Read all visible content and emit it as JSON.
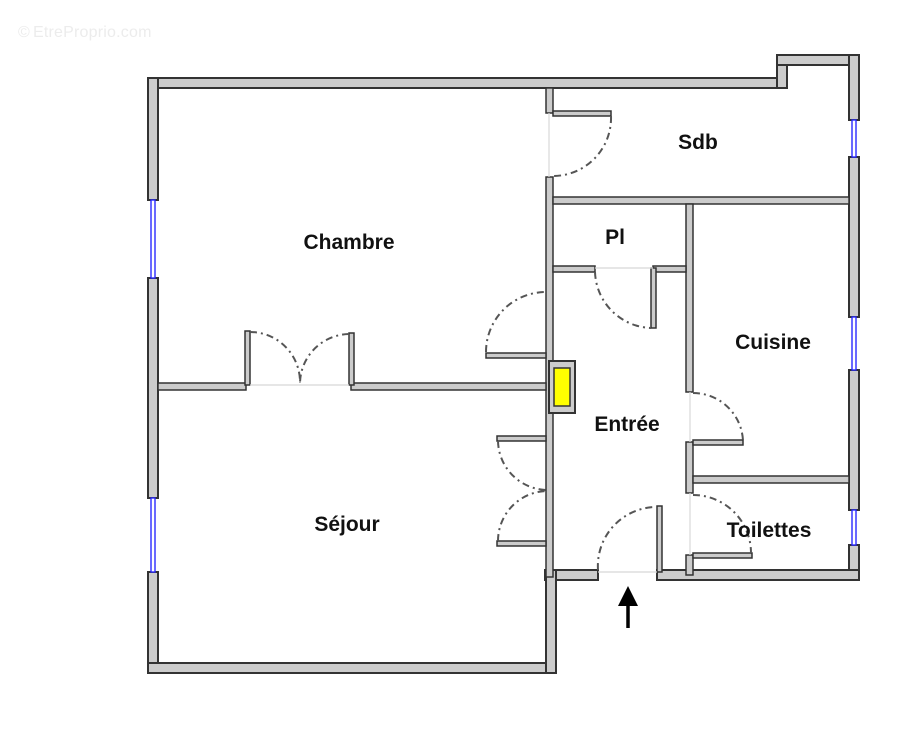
{
  "watermark": {
    "symbol": "©",
    "text": "EtreProprio.com"
  },
  "plan": {
    "rooms": [
      {
        "id": "chambre",
        "label": "Chambre"
      },
      {
        "id": "sdb",
        "label": "Sdb"
      },
      {
        "id": "pl",
        "label": "Pl"
      },
      {
        "id": "cuisine",
        "label": "Cuisine"
      },
      {
        "id": "entree",
        "label": "Entrée"
      },
      {
        "id": "sejour",
        "label": "Séjour"
      },
      {
        "id": "toilettes",
        "label": "Toilettes"
      }
    ],
    "entrance_marker": "arrow-up",
    "colors": {
      "wall_fill": "#cccccc",
      "wall_stroke": "#333333",
      "window": "#2a2aff",
      "electrical_panel": "#ffff00",
      "door_swing": "#555555"
    }
  }
}
